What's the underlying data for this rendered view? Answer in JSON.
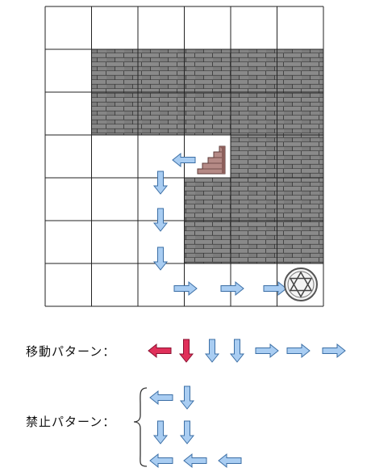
{
  "board": {
    "cols": 6,
    "rows": 7,
    "wall_cells": [
      [
        1,
        1
      ],
      [
        2,
        1
      ],
      [
        3,
        1
      ],
      [
        4,
        1
      ],
      [
        5,
        1
      ],
      [
        1,
        2
      ],
      [
        2,
        2
      ],
      [
        3,
        2
      ],
      [
        4,
        2
      ],
      [
        5,
        2
      ],
      [
        4,
        3
      ],
      [
        5,
        3
      ],
      [
        3,
        4
      ],
      [
        4,
        4
      ],
      [
        5,
        4
      ],
      [
        3,
        5
      ],
      [
        4,
        5
      ],
      [
        5,
        5
      ]
    ],
    "colors": {
      "wall": "#6a6a6a",
      "mortar": "#3a3a3a",
      "grid": "#222222",
      "arrow_fill": "#a9cdf2",
      "arrow_stroke": "#3a6ea5"
    }
  },
  "stairs_icon": "stairs-icon",
  "goal_icon": "hexagram-circle-icon",
  "move_pattern": {
    "label": "移動パターン：",
    "arrows": [
      "left",
      "down",
      "down",
      "down",
      "right",
      "right",
      "right"
    ],
    "highlight_color": "#e0305a"
  },
  "forbidden_pattern": {
    "label": "禁止パターン：",
    "rows": [
      [
        "left",
        "down"
      ],
      [
        "down",
        "down"
      ],
      [
        "left",
        "left",
        "left"
      ]
    ]
  }
}
